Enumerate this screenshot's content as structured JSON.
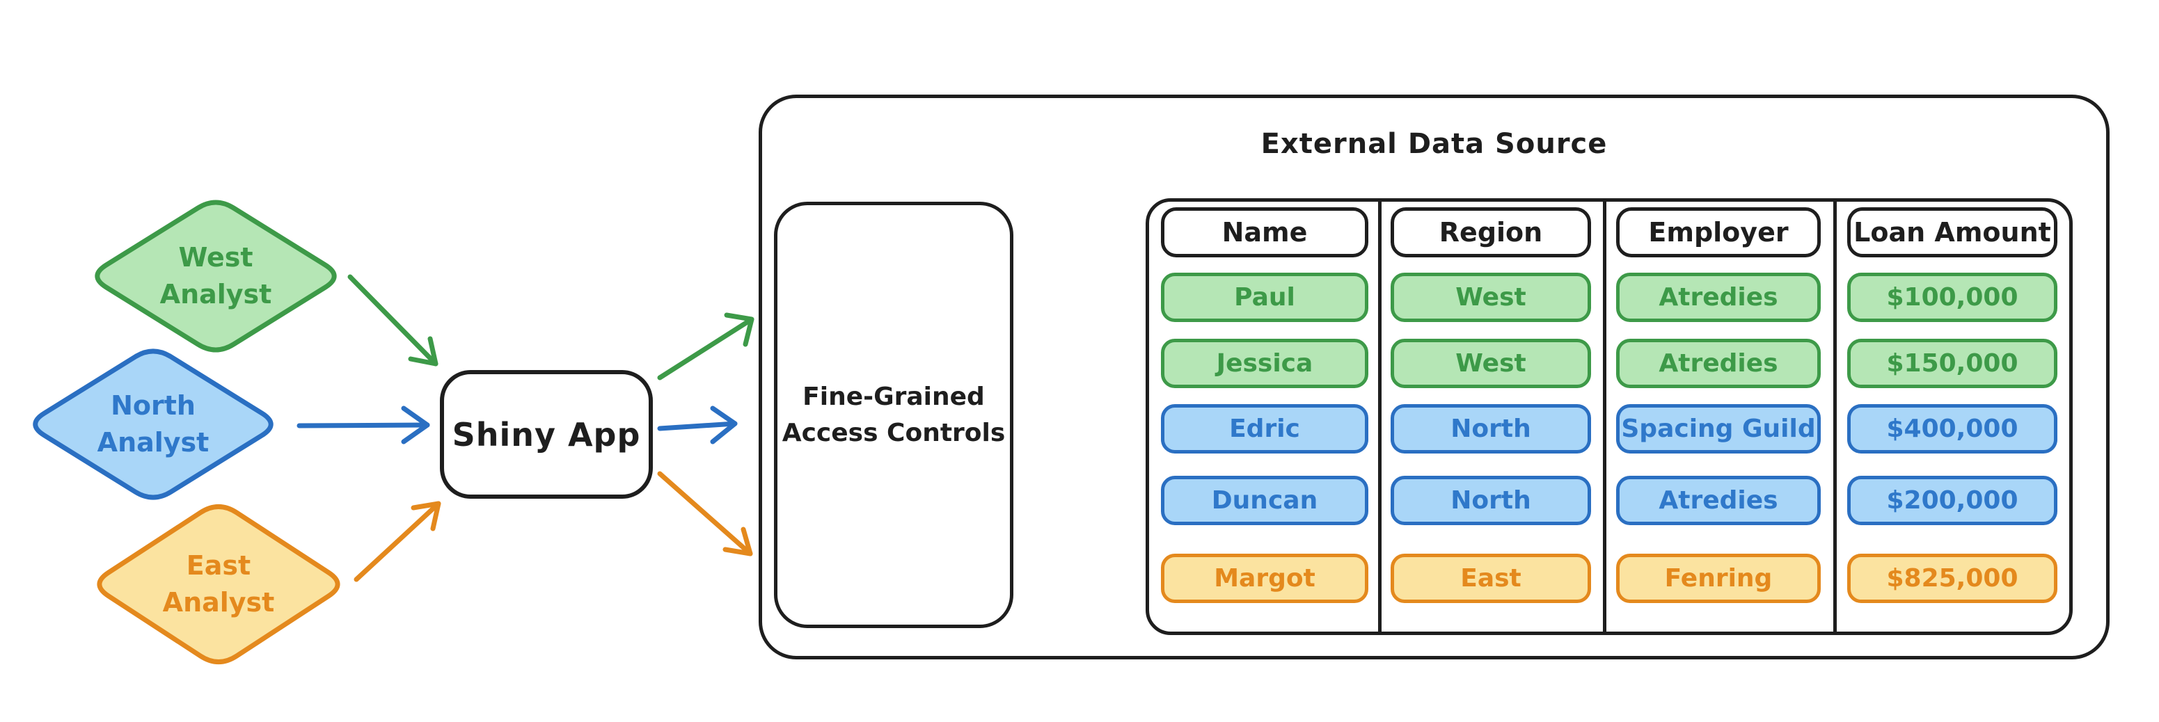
{
  "title": "External Data Source",
  "app": {
    "label": "Shiny App"
  },
  "access_controls": {
    "line1": "Fine-Grained",
    "line2": "Access Controls"
  },
  "analysts": [
    {
      "line1": "West",
      "line2": "Analyst",
      "color": "green"
    },
    {
      "line1": "North",
      "line2": "Analyst",
      "color": "blue"
    },
    {
      "line1": "East",
      "line2": "Analyst",
      "color": "orange"
    }
  ],
  "table": {
    "columns": [
      {
        "header": "Name",
        "cells": [
          "Paul",
          "Jessica",
          "Edric",
          "Duncan",
          "Margot"
        ]
      },
      {
        "header": "Region",
        "cells": [
          "West",
          "West",
          "North",
          "North",
          "East"
        ]
      },
      {
        "header": "Employer",
        "cells": [
          "Atredies",
          "Atredies",
          "Spacing Guild",
          "Atredies",
          "Fenring"
        ]
      },
      {
        "header": "Loan Amount",
        "cells": [
          "$100,000",
          "$150,000",
          "$400,000",
          "$200,000",
          "$825,000"
        ]
      }
    ],
    "row_colors": [
      "green",
      "green",
      "blue",
      "blue",
      "orange"
    ]
  },
  "colors": {
    "ink": "#1e1e1e",
    "green_stroke": "#3d9a48",
    "green_fill": "#b5e6b5",
    "green_text": "#3d9a48",
    "blue_stroke": "#2a6fc2",
    "blue_fill": "#a9d6f8",
    "blue_text": "#2f78ca",
    "orange_stroke": "#e4891d",
    "orange_fill": "#fbe3a0",
    "orange_text": "#e4891d"
  }
}
